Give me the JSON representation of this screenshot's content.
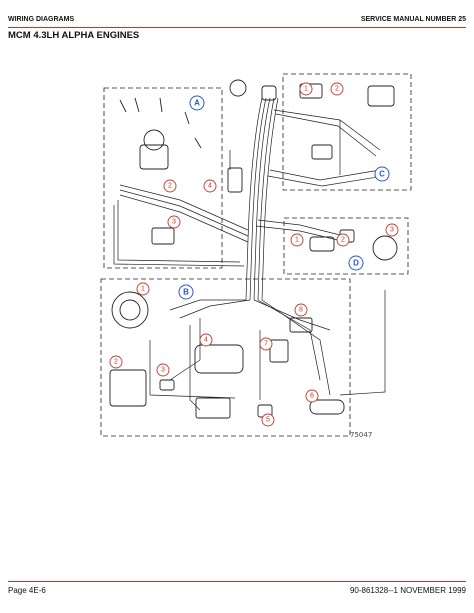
{
  "header": {
    "left": "WIRING DIAGRAMS",
    "right": "SERVICE MANUAL NUMBER 25",
    "rule_color": "#c0392b"
  },
  "title": "MCM 4.3LH ALPHA ENGINES",
  "diagram": {
    "section_labels": [
      "A",
      "B",
      "C",
      "D"
    ],
    "section_label_color": "#2d56c9",
    "callout_color": "#c0392b",
    "callouts_A": [
      "2",
      "3",
      "4"
    ],
    "callouts_B": [
      "1",
      "2",
      "3",
      "4",
      "5",
      "6",
      "7",
      "8"
    ],
    "callouts_C": [
      "1",
      "2"
    ],
    "callouts_D": [
      "1",
      "2",
      "3"
    ],
    "figure_number": "75047"
  },
  "footer": {
    "left": "Page 4E-6",
    "right": "90-861328--1  NOVEMBER 1999"
  }
}
